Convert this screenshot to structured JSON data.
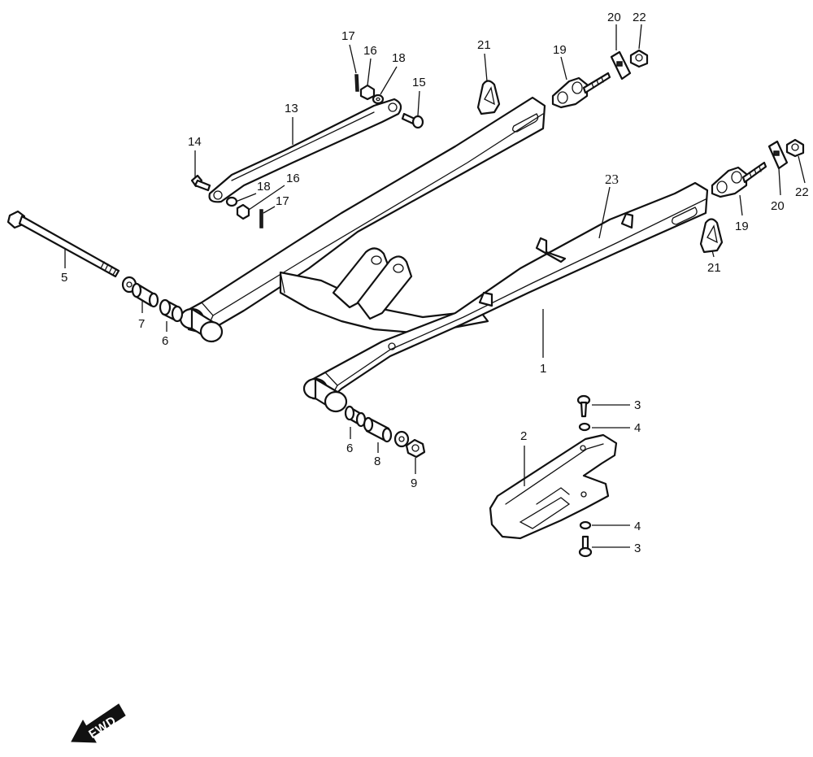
{
  "diagram": {
    "direction_arrow": {
      "text": "FWD",
      "icon": "fwd-arrow-icon"
    },
    "callouts": [
      {
        "id": "c1",
        "text": "1"
      },
      {
        "id": "c2",
        "text": "2"
      },
      {
        "id": "c3a",
        "text": "3"
      },
      {
        "id": "c3b",
        "text": "3"
      },
      {
        "id": "c4a",
        "text": "4"
      },
      {
        "id": "c4b",
        "text": "4"
      },
      {
        "id": "c5",
        "text": "5"
      },
      {
        "id": "c6a",
        "text": "6"
      },
      {
        "id": "c6b",
        "text": "6"
      },
      {
        "id": "c7",
        "text": "7"
      },
      {
        "id": "c8",
        "text": "8"
      },
      {
        "id": "c9",
        "text": "9"
      },
      {
        "id": "c13",
        "text": "13"
      },
      {
        "id": "c14",
        "text": "14"
      },
      {
        "id": "c15",
        "text": "15"
      },
      {
        "id": "c16a",
        "text": "16"
      },
      {
        "id": "c16b",
        "text": "16"
      },
      {
        "id": "c17a",
        "text": "17"
      },
      {
        "id": "c17b",
        "text": "17"
      },
      {
        "id": "c18a",
        "text": "18"
      },
      {
        "id": "c18b",
        "text": "18"
      },
      {
        "id": "c19a",
        "text": "19"
      },
      {
        "id": "c19b",
        "text": "19"
      },
      {
        "id": "c20a",
        "text": "20"
      },
      {
        "id": "c20b",
        "text": "20"
      },
      {
        "id": "c21a",
        "text": "21"
      },
      {
        "id": "c21b",
        "text": "21"
      },
      {
        "id": "c22a",
        "text": "22"
      },
      {
        "id": "c22b",
        "text": "22"
      },
      {
        "id": "c23",
        "text": "23"
      }
    ]
  }
}
